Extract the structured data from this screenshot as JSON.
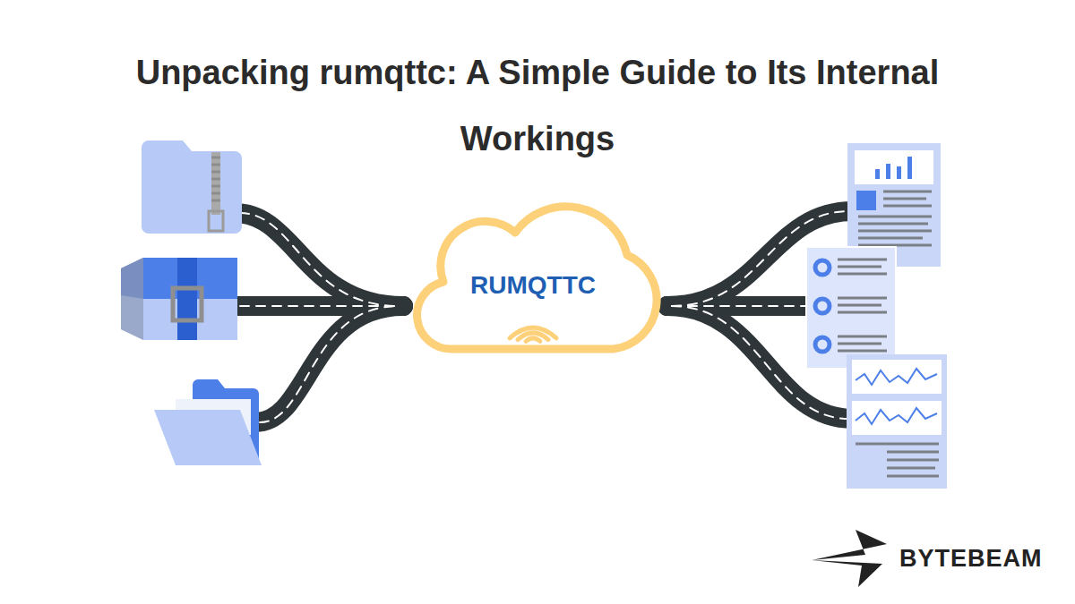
{
  "diagram": {
    "title": "Unpacking rumqttc: A Simple Guide to Its Internal Workings",
    "nodes": [
      {
        "text": [
          "RUMQTTC"
        ]
      }
    ],
    "edges": [],
    "labels": [
      "BYTEBEAM"
    ]
  }
}
